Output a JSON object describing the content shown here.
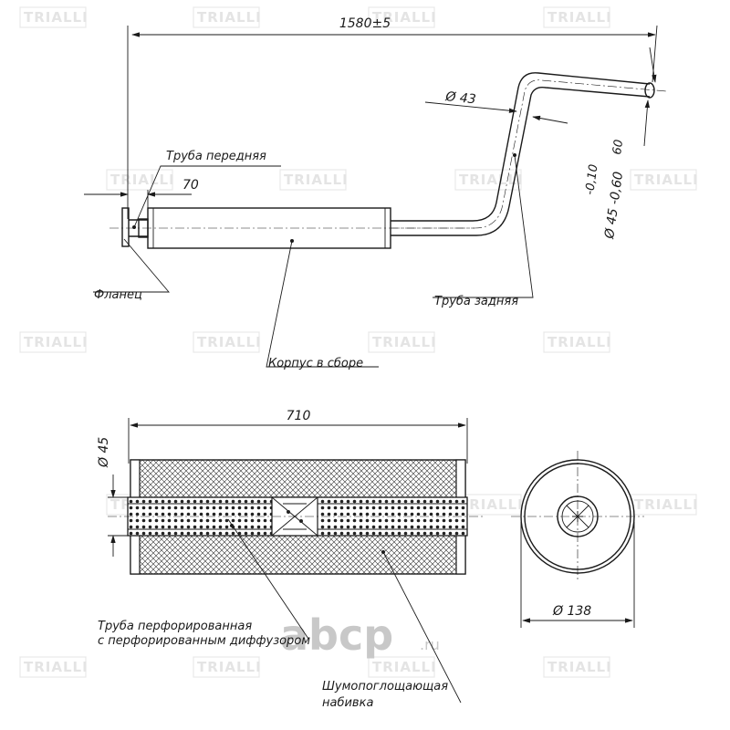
{
  "watermark": {
    "brand": "TRIALLI"
  },
  "site_logo": {
    "text": "abcp",
    "suffix": ".ru"
  },
  "top_view": {
    "overall_length": "1580±5",
    "front_pipe_label": "Труба передняя",
    "front_offset": "70",
    "flange_label": "Фланец",
    "body_label": "Корпус в сборе",
    "rear_pipe_label": "Труба задняя",
    "bend_diameter": "Ø 43",
    "outlet_diameter": "Ø 45 -0,60",
    "outlet_tolerance": "-0,10",
    "outlet_length": "60"
  },
  "section_view": {
    "length": "710",
    "pipe_diameter": "Ø 45",
    "body_diameter": "Ø 138",
    "perforated_label_line1": "Труба  перфорированная",
    "perforated_label_line2": "с перфорированным диффузором",
    "filling_label_line1": "Шумопоглощающая",
    "filling_label_line2": "набивка"
  },
  "colors": {
    "line": "#1a1a1a",
    "watermark": "#e4e4e4",
    "logo": "#c8c8c8"
  }
}
